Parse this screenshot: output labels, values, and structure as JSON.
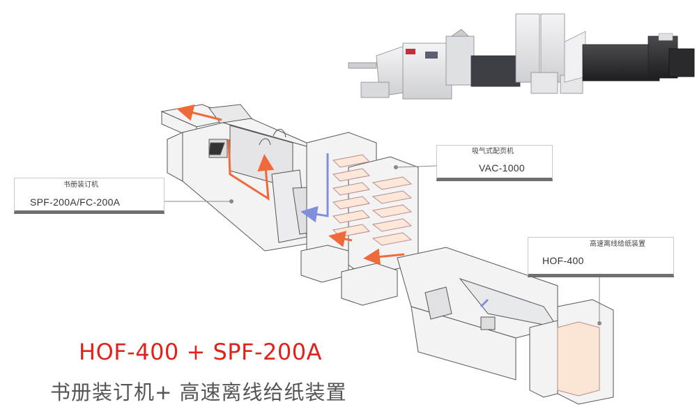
{
  "callouts": {
    "spf": {
      "sub": "书册装订机",
      "main": "SPF-200A/FC-200A"
    },
    "vac": {
      "sub": "吸气式配页机",
      "main": "VAC-1000"
    },
    "hof": {
      "sub": "高速离线给纸装置",
      "main": "HOF-400"
    }
  },
  "title": {
    "model": "HOF-400 + SPF-200A",
    "name": "书册装订机+ 高速离线给纸装置"
  },
  "colors": {
    "accent_red": "#e0221b",
    "paper_path_orange": "#ee6a3a",
    "paper_path_blue": "#7f8fd9",
    "machine_outline": "#555555",
    "machine_fill": "#f2f2f2",
    "title_gray": "#555555"
  }
}
